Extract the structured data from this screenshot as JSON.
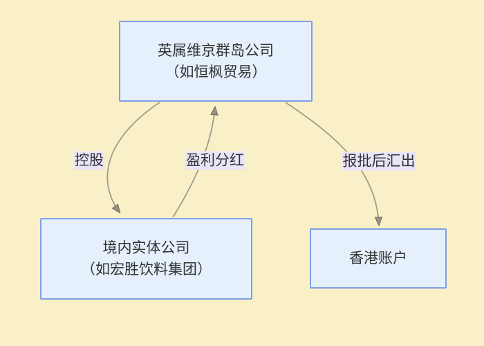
{
  "diagram": {
    "nodes": {
      "bvi": {
        "line1": "英属维京群岛公司",
        "line2": "（如恒枫贸易）"
      },
      "domestic": {
        "line1": "境内实体公司",
        "line2": "（如宏胜饮料集团）"
      },
      "hk": {
        "line1": "香港账户"
      }
    },
    "edges": {
      "holding": {
        "label": "控股",
        "from": "bvi",
        "to": "domestic"
      },
      "dividend": {
        "label": "盈利分红",
        "from": "domestic",
        "to": "bvi"
      },
      "remit": {
        "label": "报批后汇出",
        "from": "bvi",
        "to": "hk"
      }
    }
  },
  "colors": {
    "background": "#FAF0C8",
    "node_fill": "#E5F0FC",
    "node_border": "#7F9FE4",
    "edge_label_bg": "#EAE4F8",
    "edge_stroke": "#A09B89",
    "arrowhead": "#979383",
    "arrowhead_outline": "#6B675A",
    "text": "#333333"
  }
}
